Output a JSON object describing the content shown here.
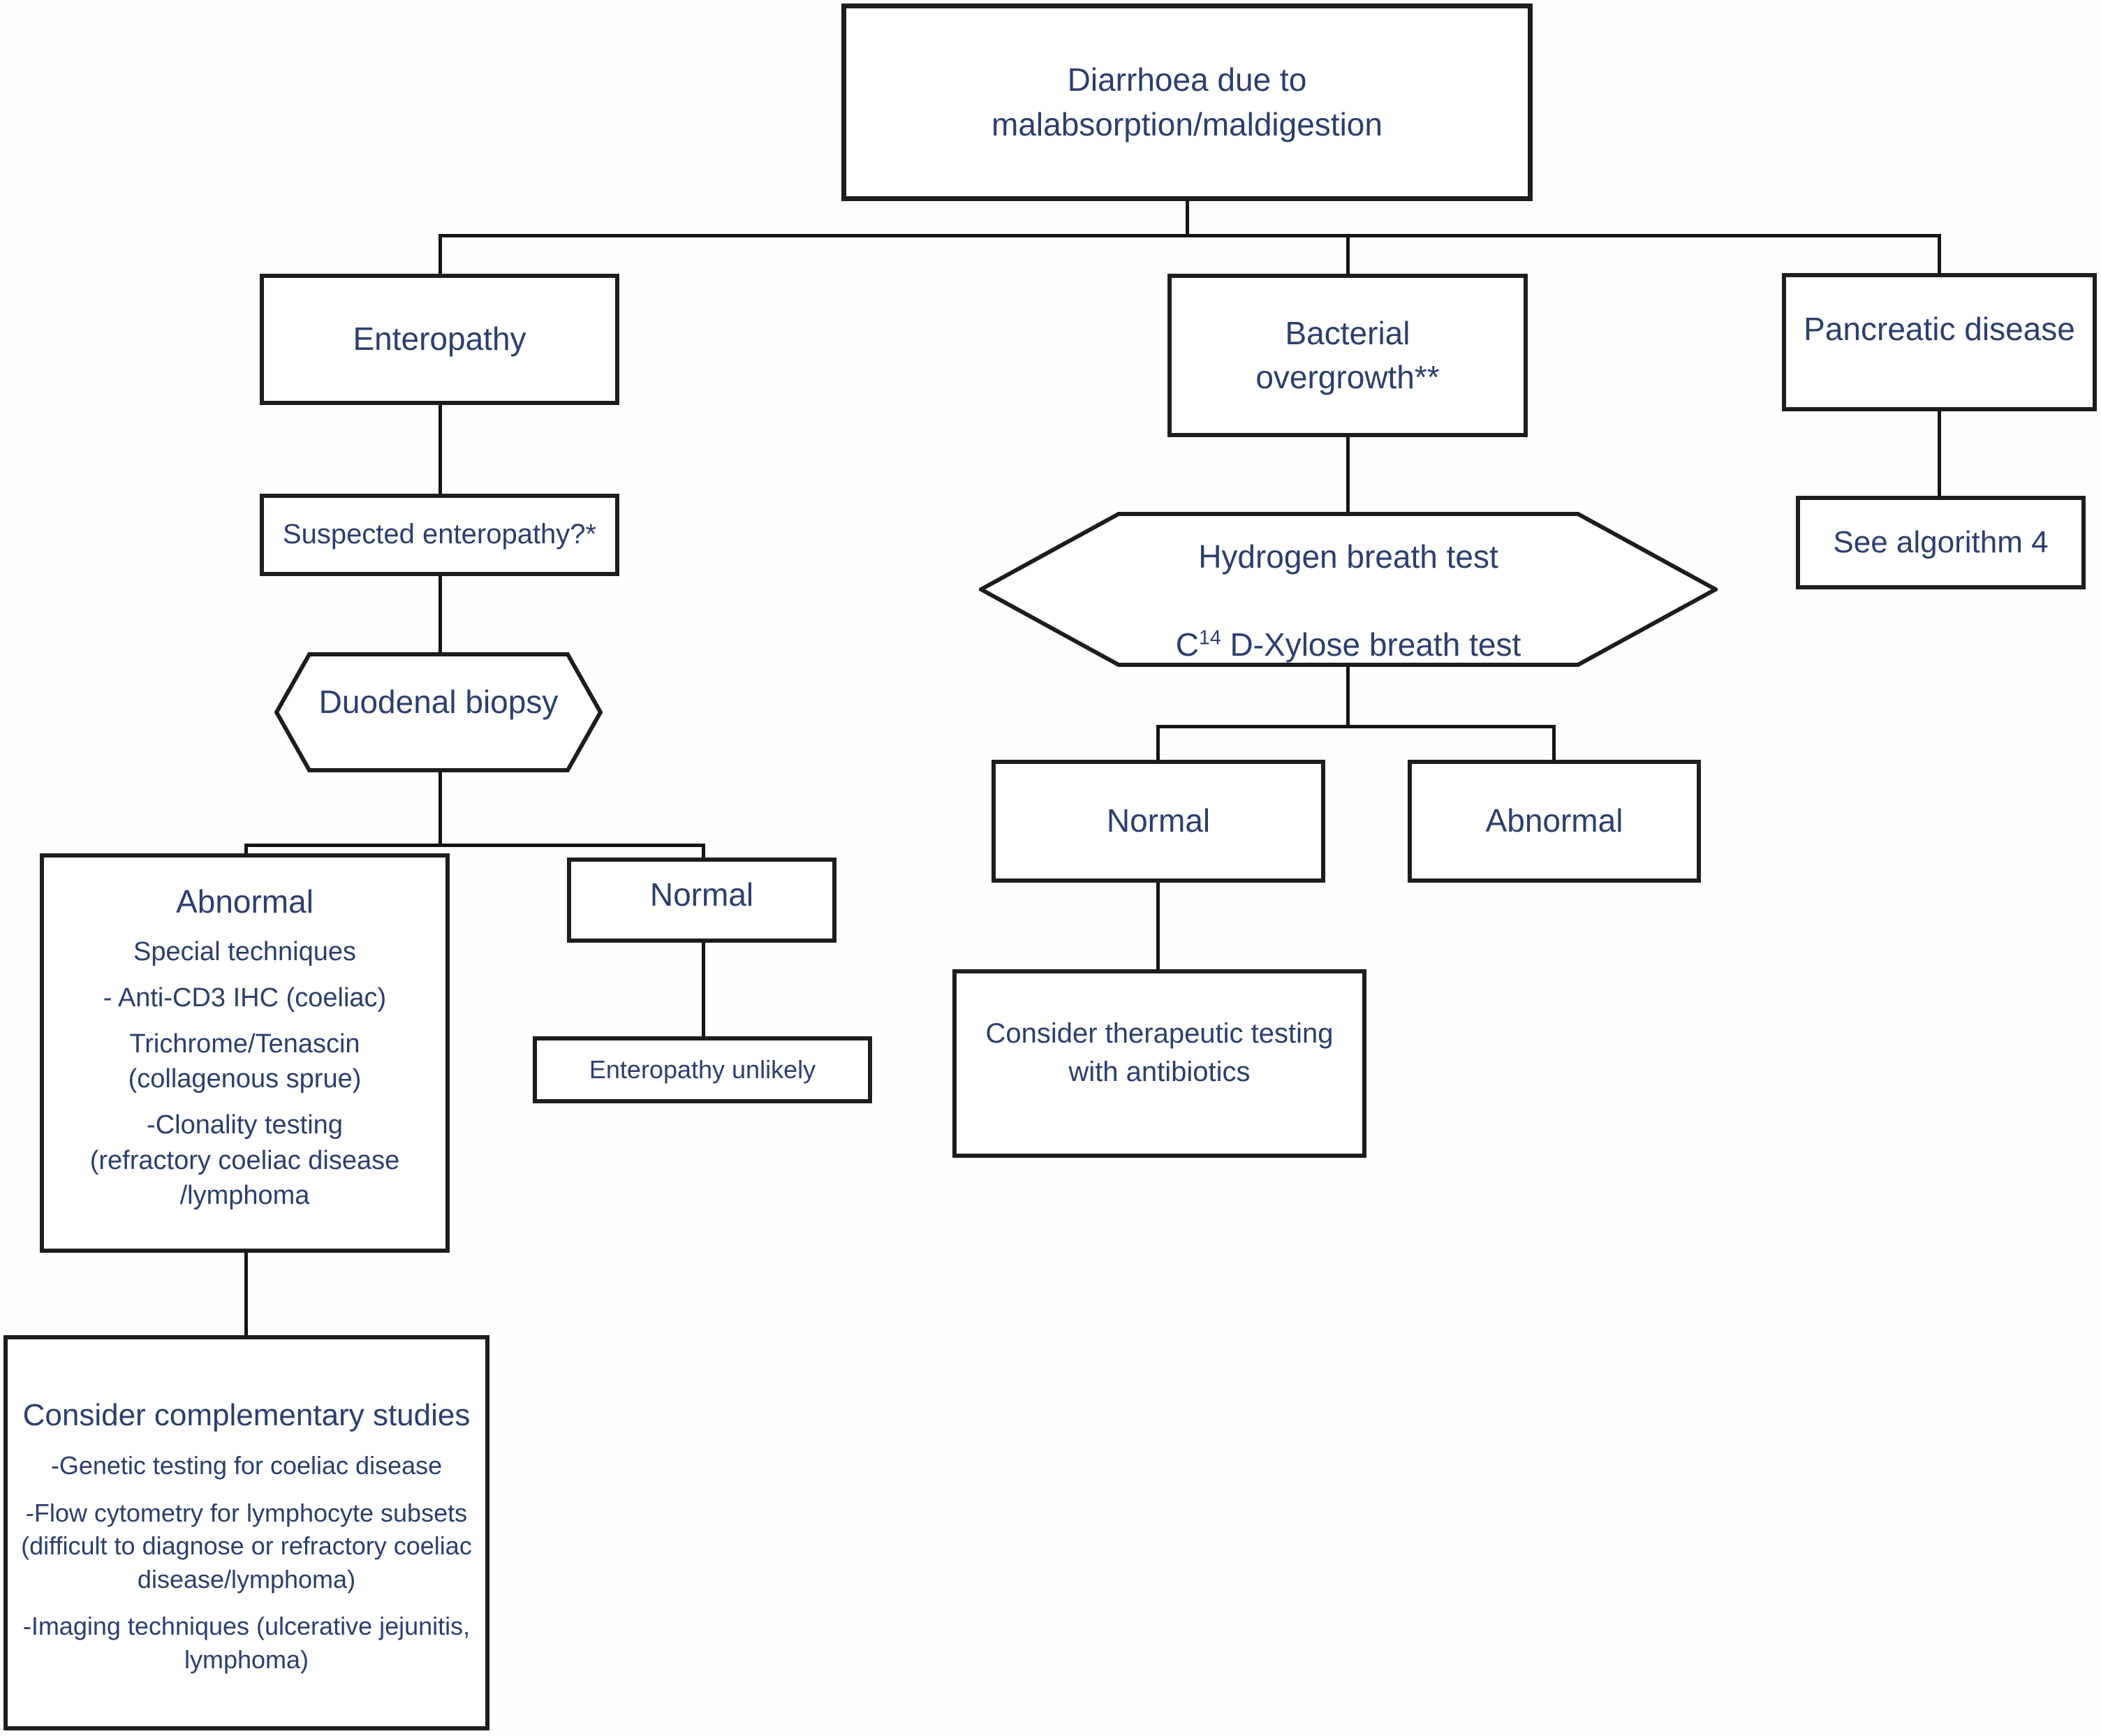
{
  "page": {
    "background_color": "#ffffff",
    "text_color": "#2c3e6e",
    "border_color": "#1d1d1d",
    "diagram_type": "flowchart"
  },
  "nodes": {
    "root": {
      "label": "Diarrhoea due to\nmalabsorption/maldigestion"
    },
    "enteropathy": {
      "label": "Enteropathy"
    },
    "suspected_enteropathy": {
      "label": "Suspected enteropathy?*"
    },
    "duodenal_biopsy": {
      "label": "Duodenal biopsy"
    },
    "biopsy_abnormal": {
      "title": "Abnormal",
      "items": [
        "Special techniques",
        "- Anti-CD3 IHC (coeliac)",
        "Trichrome/Tenascin (collagenous sprue)",
        "-Clonality testing\n(refractory coeliac disease\n/lymphoma"
      ]
    },
    "biopsy_normal": {
      "label": "Normal"
    },
    "enteropathy_unlikely": {
      "label": "Enteropathy unlikely"
    },
    "complementary_studies": {
      "title": "Consider complementary studies",
      "items": [
        "-Genetic testing for coeliac disease",
        "-Flow cytometry for lymphocyte subsets (difficult to diagnose or refractory coeliac disease/lymphoma)",
        "-Imaging techniques (ulcerative jejunitis, lymphoma)"
      ]
    },
    "bacterial_overgrowth": {
      "label": "Bacterial\novergrowth**"
    },
    "breath_test": {
      "line1": "Hydrogen breath test",
      "line2_base": "C",
      "line2_sup": "14",
      "line2_rest": " D-Xylose breath test"
    },
    "breath_normal": {
      "label": "Normal"
    },
    "breath_abnormal": {
      "label": "Abnormal"
    },
    "antibiotic_testing": {
      "label": "Consider therapeutic testing\nwith antibiotics"
    },
    "pancreatic_disease": {
      "label": "Pancreatic disease"
    },
    "see_algorithm": {
      "label": "See algorithm 4"
    }
  }
}
